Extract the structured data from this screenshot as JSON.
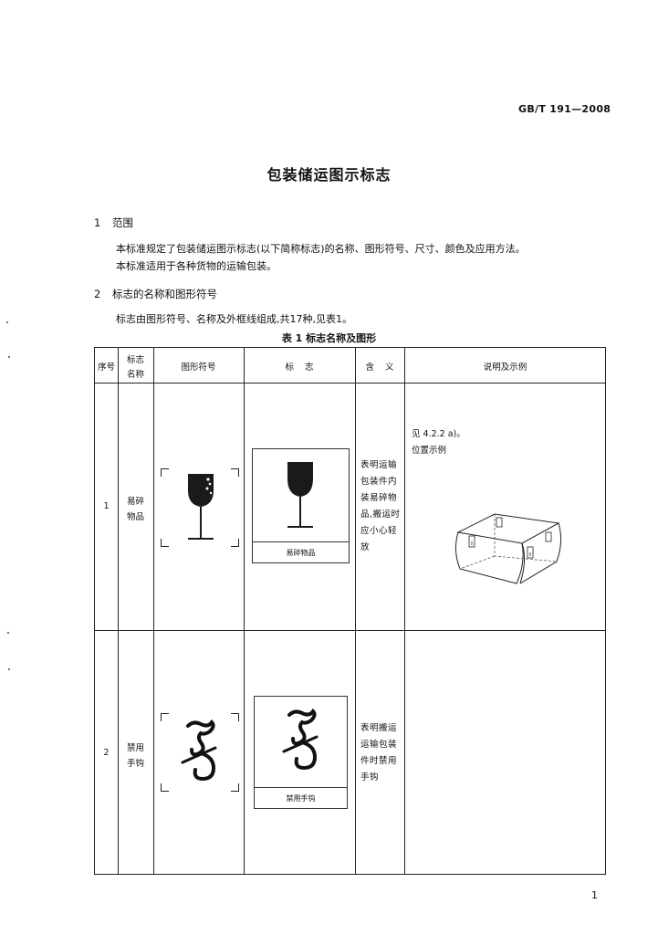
{
  "header": {
    "standard_code": "GB/T 191—2008"
  },
  "title": "包装储运图示标志",
  "sections": [
    {
      "num": "1",
      "heading": "范围"
    },
    {
      "num": "2",
      "heading": "标志的名称和图形符号"
    }
  ],
  "paragraphs": {
    "scope_1": "本标准规定了包装储运图示标志(以下简称标志)的名称、图形符号、尺寸、颜色及应用方法。",
    "scope_2": "本标准适用于各种货物的运输包装。",
    "intro": "标志由图形符号、名称及外框线组成,共17种,见表1。"
  },
  "table": {
    "caption": "表 1   标志名称及图形",
    "headers": {
      "seq": "序号",
      "name_line1": "标志",
      "name_line2": "名称",
      "symbol": "图形符号",
      "mark": "标    志",
      "meaning": "含    义",
      "notes": "说明及示例"
    },
    "rows": [
      {
        "seq": "1",
        "name_line1": "易碎",
        "name_line2": "物品",
        "mark_label": "易碎物品",
        "meaning": "表明运输包装件内装易碎物品,搬运时应小心轻放",
        "note_line1": "见 4.2.2 a)。",
        "note_line2": "位置示例"
      },
      {
        "seq": "2",
        "name_line1": "禁用",
        "name_line2": "手钩",
        "mark_label": "禁用手钩",
        "meaning": "表明搬运运输包装件时禁用手钩"
      }
    ]
  },
  "page_number": "1"
}
